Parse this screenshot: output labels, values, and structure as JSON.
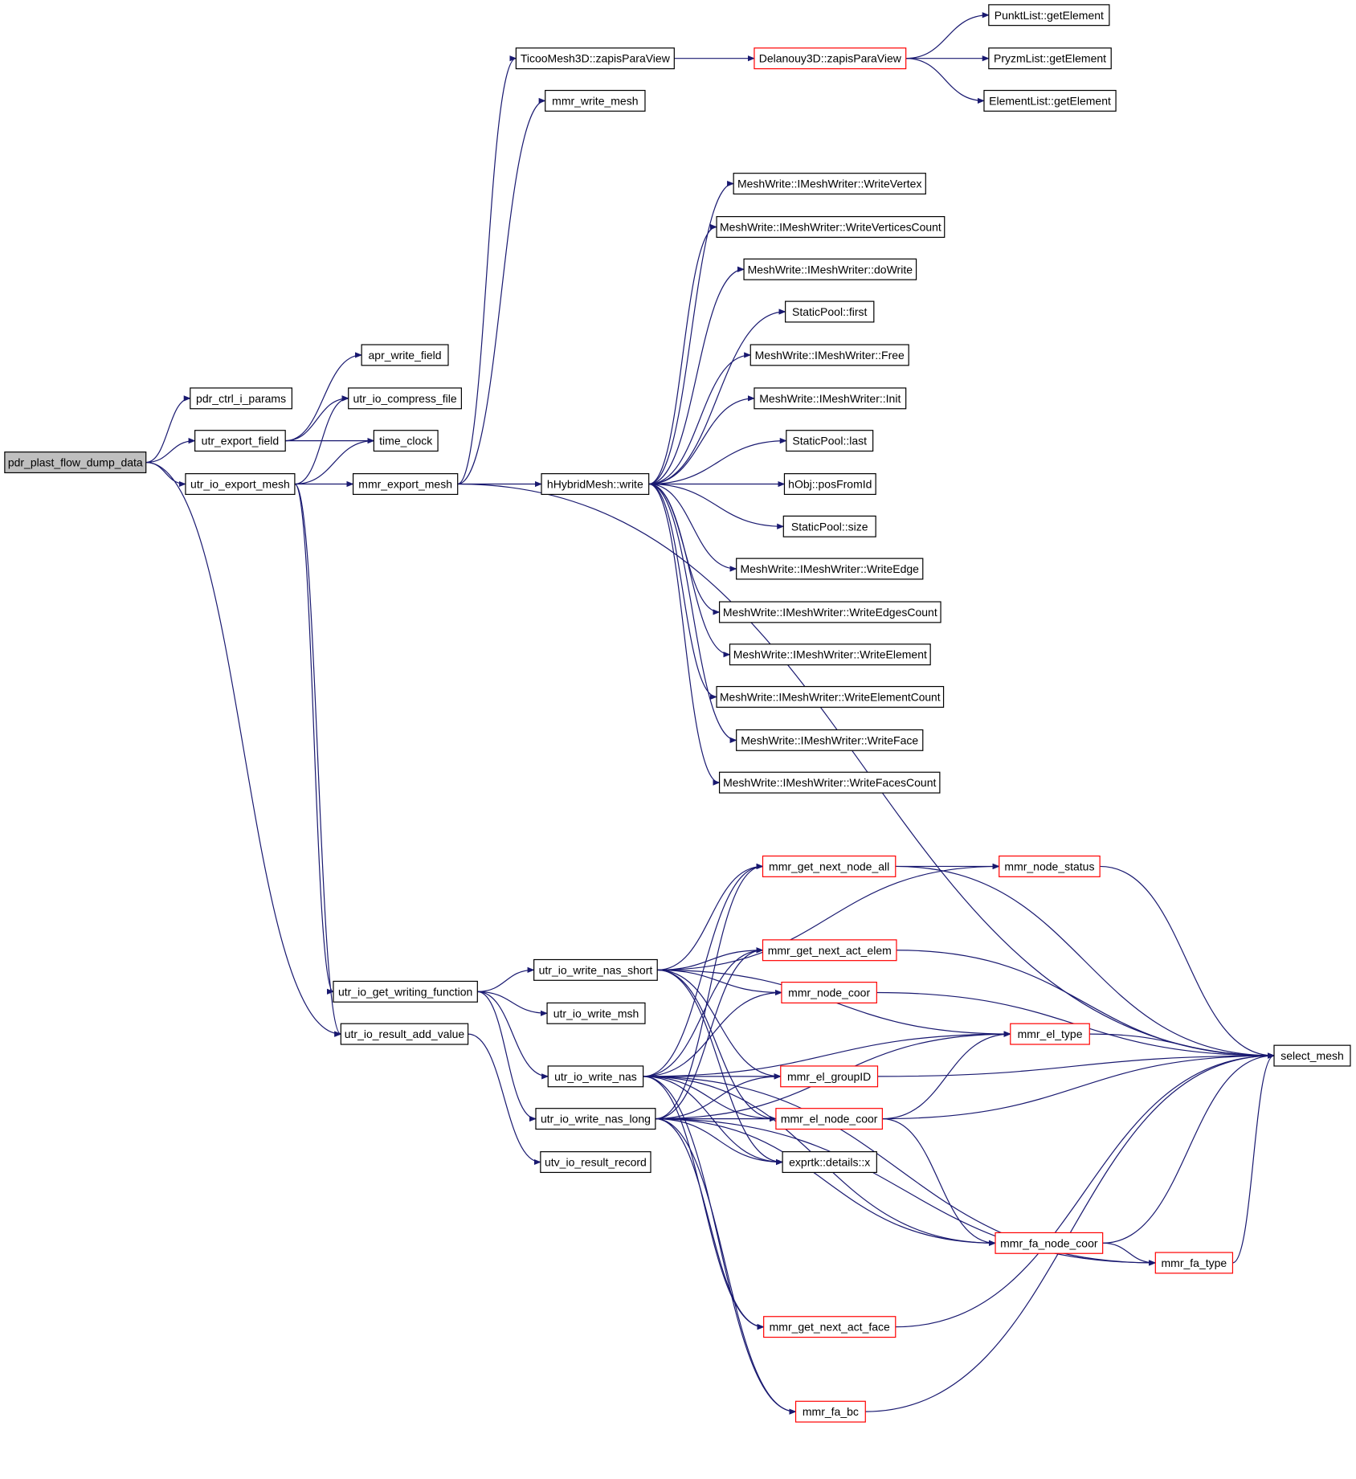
{
  "colors": {
    "edge": "#191970",
    "border_normal": "#000000",
    "border_truncated": "#ff0000",
    "root_fill": "#bfbfbf",
    "node_fill": "#ffffff"
  },
  "nodes": [
    {
      "id": "root",
      "label": "pdr_plast_flow_dump_data",
      "style": "root"
    },
    {
      "id": "pdr_ctrl",
      "label": "pdr_ctrl_i_params",
      "style": "normal"
    },
    {
      "id": "utr_export_field",
      "label": "utr_export_field",
      "style": "normal"
    },
    {
      "id": "utr_io_export_mesh",
      "label": "utr_io_export_mesh",
      "style": "normal"
    },
    {
      "id": "apr_write_field",
      "label": "apr_write_field",
      "style": "normal"
    },
    {
      "id": "utr_io_compress_file",
      "label": "utr_io_compress_file",
      "style": "normal"
    },
    {
      "id": "time_clock",
      "label": "time_clock",
      "style": "normal"
    },
    {
      "id": "mmr_export_mesh",
      "label": "mmr_export_mesh",
      "style": "normal"
    },
    {
      "id": "ticoo",
      "label": "TicooMesh3D::zapisParaView",
      "style": "normal"
    },
    {
      "id": "mmr_write_mesh",
      "label": "mmr_write_mesh",
      "style": "normal"
    },
    {
      "id": "delanouy",
      "label": "Delanouy3D::zapisParaView",
      "style": "truncated"
    },
    {
      "id": "punkt",
      "label": "PunktList::getElement",
      "style": "normal"
    },
    {
      "id": "pryzm",
      "label": "PryzmList::getElement",
      "style": "normal"
    },
    {
      "id": "element",
      "label": "ElementList::getElement",
      "style": "normal"
    },
    {
      "id": "hhybrid",
      "label": "hHybridMesh::write",
      "style": "normal"
    },
    {
      "id": "w_vertex",
      "label": "MeshWrite::IMeshWriter::WriteVertex",
      "style": "normal"
    },
    {
      "id": "w_vcount",
      "label": "MeshWrite::IMeshWriter::WriteVerticesCount",
      "style": "normal"
    },
    {
      "id": "w_dowrite",
      "label": "MeshWrite::IMeshWriter::doWrite",
      "style": "normal"
    },
    {
      "id": "sp_first",
      "label": "StaticPool::first",
      "style": "normal"
    },
    {
      "id": "w_free",
      "label": "MeshWrite::IMeshWriter::Free",
      "style": "normal"
    },
    {
      "id": "w_init",
      "label": "MeshWrite::IMeshWriter::Init",
      "style": "normal"
    },
    {
      "id": "sp_last",
      "label": "StaticPool::last",
      "style": "normal"
    },
    {
      "id": "hobj",
      "label": "hObj::posFromId",
      "style": "normal"
    },
    {
      "id": "sp_size",
      "label": "StaticPool::size",
      "style": "normal"
    },
    {
      "id": "w_edge",
      "label": "MeshWrite::IMeshWriter::WriteEdge",
      "style": "normal"
    },
    {
      "id": "w_ecount",
      "label": "MeshWrite::IMeshWriter::WriteEdgesCount",
      "style": "normal"
    },
    {
      "id": "w_element",
      "label": "MeshWrite::IMeshWriter::WriteElement",
      "style": "normal"
    },
    {
      "id": "w_elcount",
      "label": "MeshWrite::IMeshWriter::WriteElementCount",
      "style": "normal"
    },
    {
      "id": "w_face",
      "label": "MeshWrite::IMeshWriter::WriteFace",
      "style": "normal"
    },
    {
      "id": "w_fcount",
      "label": "MeshWrite::IMeshWriter::WriteFacesCount",
      "style": "normal"
    },
    {
      "id": "select_mesh",
      "label": "select_mesh",
      "style": "normal"
    },
    {
      "id": "get_wf",
      "label": "utr_io_get_writing_function",
      "style": "normal"
    },
    {
      "id": "add_value",
      "label": "utr_io_result_add_value",
      "style": "normal"
    },
    {
      "id": "utv_record",
      "label": "utv_io_result_record",
      "style": "normal"
    },
    {
      "id": "nas_short",
      "label": "utr_io_write_nas_short",
      "style": "normal"
    },
    {
      "id": "write_msh",
      "label": "utr_io_write_msh",
      "style": "normal"
    },
    {
      "id": "write_nas",
      "label": "utr_io_write_nas",
      "style": "normal"
    },
    {
      "id": "nas_long",
      "label": "utr_io_write_nas_long",
      "style": "normal"
    },
    {
      "id": "next_node_all",
      "label": "mmr_get_next_node_all",
      "style": "truncated"
    },
    {
      "id": "node_status",
      "label": "mmr_node_status",
      "style": "truncated"
    },
    {
      "id": "next_act_elem",
      "label": "mmr_get_next_act_elem",
      "style": "truncated"
    },
    {
      "id": "node_coor",
      "label": "mmr_node_coor",
      "style": "truncated"
    },
    {
      "id": "el_type",
      "label": "mmr_el_type",
      "style": "truncated"
    },
    {
      "id": "el_groupid",
      "label": "mmr_el_groupID",
      "style": "truncated"
    },
    {
      "id": "el_node_coor",
      "label": "mmr_el_node_coor",
      "style": "truncated"
    },
    {
      "id": "exprtk",
      "label": "exprtk::details::x",
      "style": "normal"
    },
    {
      "id": "fa_node_coor",
      "label": "mmr_fa_node_coor",
      "style": "truncated"
    },
    {
      "id": "fa_type",
      "label": "mmr_fa_type",
      "style": "truncated"
    },
    {
      "id": "next_act_face",
      "label": "mmr_get_next_act_face",
      "style": "truncated"
    },
    {
      "id": "fa_bc",
      "label": "mmr_fa_bc",
      "style": "truncated"
    }
  ],
  "edges": [
    [
      "root",
      "pdr_ctrl"
    ],
    [
      "root",
      "utr_export_field"
    ],
    [
      "root",
      "utr_io_export_mesh"
    ],
    [
      "root",
      "add_value"
    ],
    [
      "utr_export_field",
      "apr_write_field"
    ],
    [
      "utr_export_field",
      "utr_io_compress_file"
    ],
    [
      "utr_export_field",
      "time_clock"
    ],
    [
      "utr_io_export_mesh",
      "utr_io_compress_file"
    ],
    [
      "utr_io_export_mesh",
      "time_clock"
    ],
    [
      "utr_io_export_mesh",
      "mmr_export_mesh"
    ],
    [
      "utr_io_export_mesh",
      "get_wf"
    ],
    [
      "utr_io_export_mesh",
      "add_value"
    ],
    [
      "mmr_export_mesh",
      "ticoo"
    ],
    [
      "mmr_export_mesh",
      "mmr_write_mesh"
    ],
    [
      "mmr_export_mesh",
      "hhybrid"
    ],
    [
      "mmr_export_mesh",
      "select_mesh"
    ],
    [
      "ticoo",
      "delanouy"
    ],
    [
      "delanouy",
      "punkt"
    ],
    [
      "delanouy",
      "pryzm"
    ],
    [
      "delanouy",
      "element"
    ],
    [
      "hhybrid",
      "w_vertex"
    ],
    [
      "hhybrid",
      "w_vcount"
    ],
    [
      "hhybrid",
      "w_dowrite"
    ],
    [
      "hhybrid",
      "sp_first"
    ],
    [
      "hhybrid",
      "w_free"
    ],
    [
      "hhybrid",
      "w_init"
    ],
    [
      "hhybrid",
      "sp_last"
    ],
    [
      "hhybrid",
      "hobj"
    ],
    [
      "hhybrid",
      "sp_size"
    ],
    [
      "hhybrid",
      "w_edge"
    ],
    [
      "hhybrid",
      "w_ecount"
    ],
    [
      "hhybrid",
      "w_element"
    ],
    [
      "hhybrid",
      "w_elcount"
    ],
    [
      "hhybrid",
      "w_face"
    ],
    [
      "hhybrid",
      "w_fcount"
    ],
    [
      "get_wf",
      "nas_short"
    ],
    [
      "get_wf",
      "write_msh"
    ],
    [
      "get_wf",
      "write_nas"
    ],
    [
      "get_wf",
      "nas_long"
    ],
    [
      "add_value",
      "utv_record"
    ],
    [
      "nas_short",
      "node_status"
    ],
    [
      "nas_short",
      "next_node_all"
    ],
    [
      "nas_short",
      "el_type"
    ],
    [
      "nas_short",
      "next_act_elem"
    ],
    [
      "nas_short",
      "node_coor"
    ],
    [
      "nas_short",
      "el_groupid"
    ],
    [
      "nas_short",
      "el_node_coor"
    ],
    [
      "nas_short",
      "exprtk"
    ],
    [
      "write_nas",
      "next_node_all"
    ],
    [
      "write_nas",
      "next_act_elem"
    ],
    [
      "write_nas",
      "node_coor"
    ],
    [
      "write_nas",
      "el_type"
    ],
    [
      "write_nas",
      "el_groupid"
    ],
    [
      "write_nas",
      "el_node_coor"
    ],
    [
      "write_nas",
      "exprtk"
    ],
    [
      "write_nas",
      "fa_node_coor"
    ],
    [
      "write_nas",
      "fa_type"
    ],
    [
      "write_nas",
      "next_act_face"
    ],
    [
      "write_nas",
      "fa_bc"
    ],
    [
      "nas_long",
      "next_node_all"
    ],
    [
      "nas_long",
      "next_act_elem"
    ],
    [
      "nas_long",
      "el_groupid"
    ],
    [
      "nas_long",
      "el_node_coor"
    ],
    [
      "nas_long",
      "exprtk"
    ],
    [
      "nas_long",
      "el_type"
    ],
    [
      "nas_long",
      "next_act_face"
    ],
    [
      "nas_long",
      "fa_bc"
    ],
    [
      "nas_long",
      "fa_node_coor"
    ],
    [
      "nas_long",
      "fa_type"
    ],
    [
      "next_node_all",
      "node_status"
    ],
    [
      "next_node_all",
      "select_mesh"
    ],
    [
      "node_status",
      "select_mesh"
    ],
    [
      "next_act_elem",
      "select_mesh"
    ],
    [
      "node_coor",
      "select_mesh"
    ],
    [
      "el_type",
      "select_mesh"
    ],
    [
      "el_groupid",
      "select_mesh"
    ],
    [
      "el_node_coor",
      "el_type"
    ],
    [
      "el_node_coor",
      "select_mesh"
    ],
    [
      "el_node_coor",
      "fa_node_coor"
    ],
    [
      "fa_node_coor",
      "fa_type"
    ],
    [
      "fa_node_coor",
      "select_mesh"
    ],
    [
      "fa_type",
      "select_mesh"
    ],
    [
      "next_act_face",
      "select_mesh"
    ],
    [
      "fa_bc",
      "select_mesh"
    ]
  ]
}
